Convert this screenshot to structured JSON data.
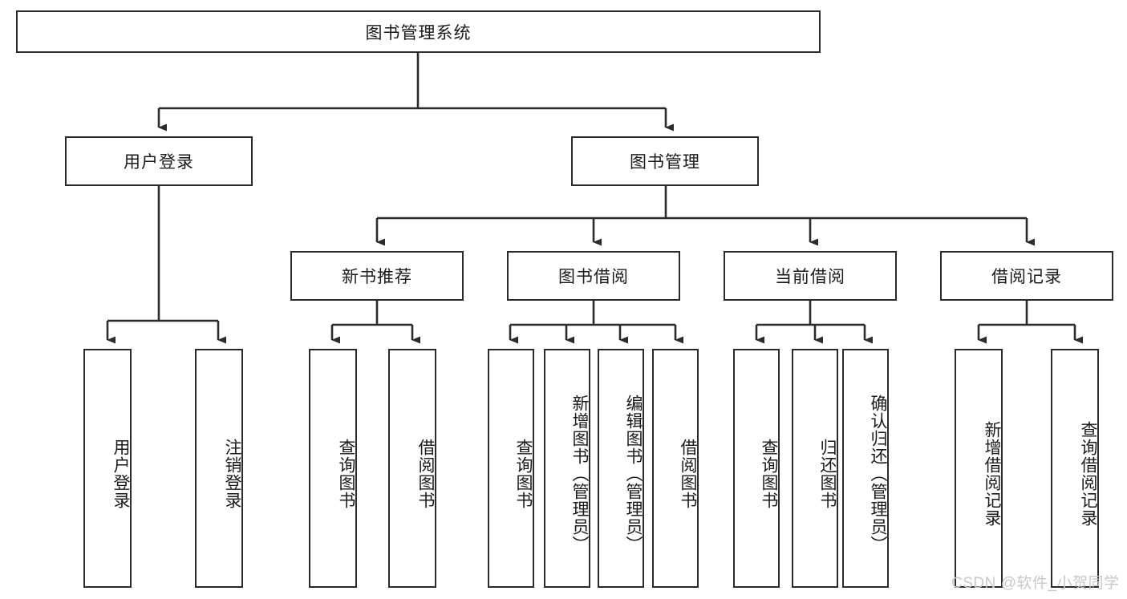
{
  "diagram": {
    "title": "图书管理系统",
    "type": "hierarchy-tree",
    "watermark": "CSDN @软件_小贺同学",
    "colors": {
      "box_border": "#2b2b2b",
      "box_fill": "#ffffff",
      "edge": "#2b2b2b",
      "text": "#1a1a1a",
      "watermark": "#c9c9c9"
    },
    "levels": {
      "root": {
        "label": "图书管理系统"
      },
      "level2": [
        {
          "id": "user-login",
          "label": "用户登录"
        },
        {
          "id": "book-manage",
          "label": "图书管理"
        }
      ],
      "level3": [
        {
          "id": "new-book-recommend",
          "label": "新书推荐"
        },
        {
          "id": "book-borrow",
          "label": "图书借阅"
        },
        {
          "id": "current-borrow",
          "label": "当前借阅"
        },
        {
          "id": "borrow-record",
          "label": "借阅记录"
        }
      ],
      "level4": {
        "user_login": [
          {
            "id": "leaf-user-login",
            "label": "用户登录"
          },
          {
            "id": "leaf-logout-login",
            "label": "注销登录"
          }
        ],
        "new_book_recommend": [
          {
            "id": "leaf-query-book-1",
            "label": "查询图书"
          },
          {
            "id": "leaf-borrow-book-1",
            "label": "借阅图书"
          }
        ],
        "book_borrow": [
          {
            "id": "leaf-query-book-2",
            "label": "查询图书"
          },
          {
            "id": "leaf-add-book",
            "label": "新增图书（管理员）"
          },
          {
            "id": "leaf-edit-book",
            "label": "编辑图书（管理员）"
          },
          {
            "id": "leaf-borrow-book-2",
            "label": "借阅图书"
          }
        ],
        "current_borrow": [
          {
            "id": "leaf-query-book-3",
            "label": "查询图书"
          },
          {
            "id": "leaf-return-book",
            "label": "归还图书"
          },
          {
            "id": "leaf-confirm-return",
            "label": "确认归还（管理员）"
          }
        ],
        "borrow_record": [
          {
            "id": "leaf-add-record",
            "label": "新增借阅记录"
          },
          {
            "id": "leaf-query-record",
            "label": "查询借阅记录"
          }
        ]
      }
    }
  }
}
